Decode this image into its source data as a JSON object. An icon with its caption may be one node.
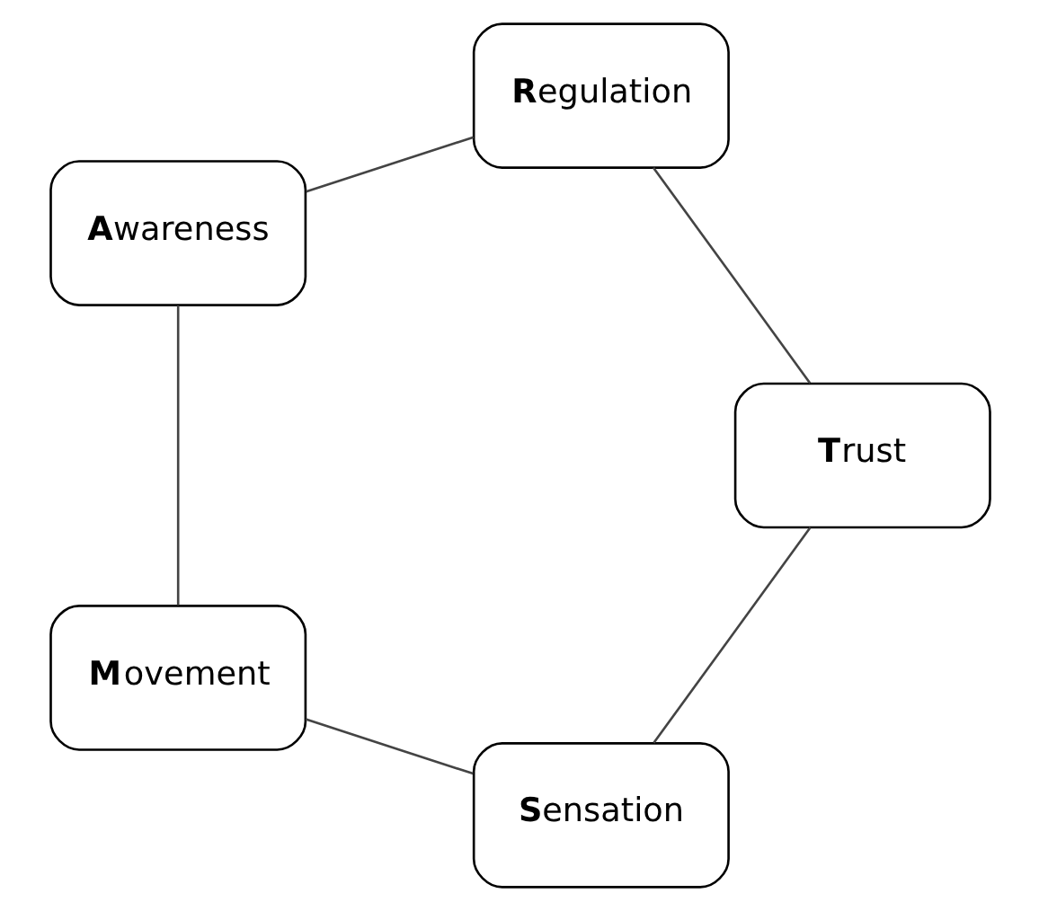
{
  "diagram": {
    "nodes": [
      {
        "text": [
          "**S**ensation"
        ]
      },
      {
        "text": [
          "**M**ovement"
        ]
      },
      {
        "text": [
          "**A**wareness"
        ]
      },
      {
        "text": [
          "**R**egulation"
        ]
      },
      {
        "text": [
          "**T**rust"
        ]
      }
    ],
    "edges": [
      {
        "from": 0,
        "to": 1,
        "arrow": "none"
      },
      {
        "from": 1,
        "to": 2,
        "arrow": "none"
      },
      {
        "from": 2,
        "to": 3,
        "arrow": "none"
      },
      {
        "from": 3,
        "to": 4,
        "arrow": "none"
      },
      {
        "from": 4,
        "to": 0,
        "arrow": "none"
      }
    ]
  }
}
